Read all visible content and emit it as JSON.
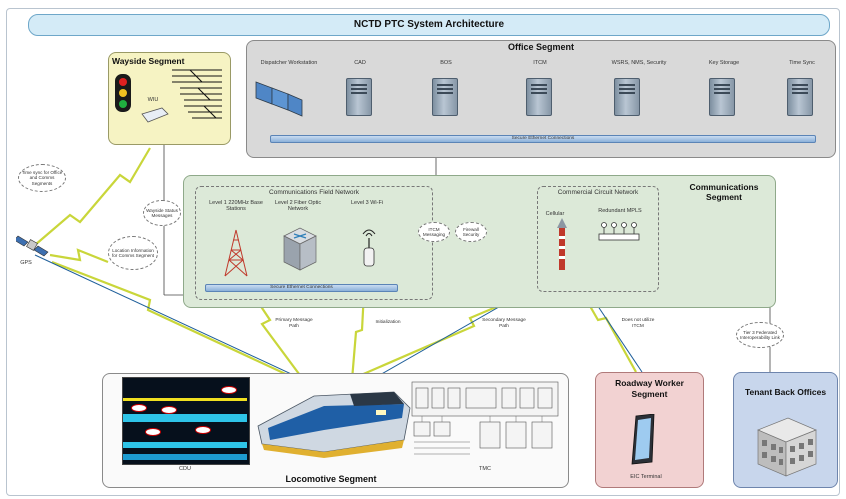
{
  "title": "NCTD PTC System Architecture",
  "office": {
    "title": "Office Segment",
    "components": [
      "Dispatcher Workstation",
      "CAD",
      "BOS",
      "ITCM",
      "WSRS, NMS, Security",
      "Key Storage",
      "Time Sync"
    ],
    "network": "Secure Ethernet Connections"
  },
  "wayside": {
    "title": "Wayside Segment",
    "device": "WIU"
  },
  "comms": {
    "title": "Communications Segment",
    "field_network": {
      "title": "Communications Field Network",
      "level1": "Level 1 220MHz Base Stations",
      "level2": "Level 2 Fiber Optic Network",
      "level3": "Level 3 Wi-Fi",
      "network": "Secure Ethernet Connections"
    },
    "commercial": {
      "title": "Commercial Circuit Network",
      "cellular": "Cellular",
      "mpls": "Redundant MPLS"
    },
    "itcm_messaging": "ITCM Messaging",
    "firewall": "Firewall Security"
  },
  "notes": {
    "time_sync": "Time sync for Office and Comms Segments",
    "gps": "GPS",
    "location": "Location Information for Comms Segment",
    "wayside_status": "Wayside Status Messages",
    "primary_path": "Primary Message Path",
    "initialization": "Initialization",
    "secondary_path": "Secondary Message Path",
    "no_itcm": "Does not utilize ITCM",
    "tier3": "Tier 3 Federated Interoperability Link"
  },
  "loco": {
    "title": "Locomotive Segment",
    "cdu": "CDU",
    "tmc": "TMC"
  },
  "roadway": {
    "title": "Roadway Worker Segment",
    "device": "EIC Terminal"
  },
  "tenant": {
    "title": "Tenant Back Offices"
  }
}
